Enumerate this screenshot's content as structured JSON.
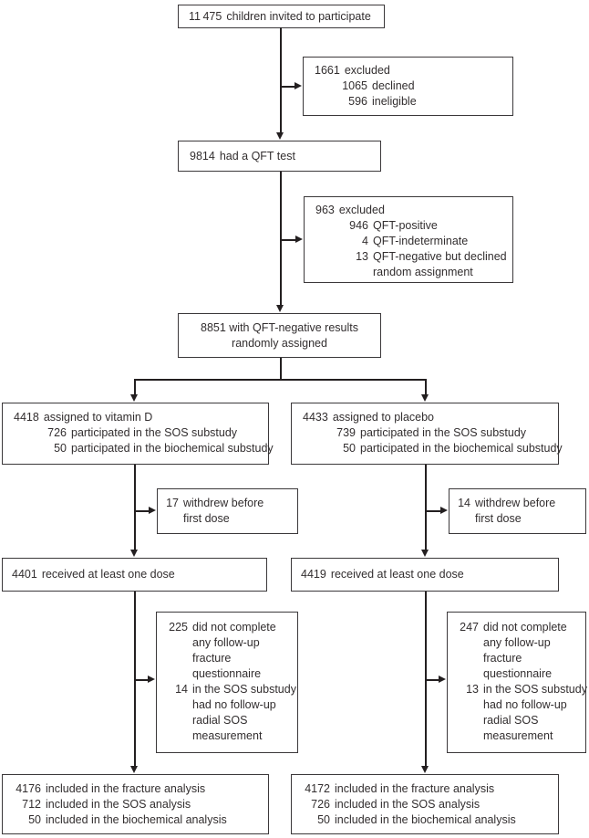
{
  "colors": {
    "box_border": "#3b383a",
    "text": "#322e2f",
    "connector": "#231f20",
    "background": "#ffffff"
  },
  "boxes": {
    "invited": {
      "lines": [
        {
          "num": "11 475",
          "text": "children invited to participate"
        }
      ]
    },
    "excluded1": {
      "lines": [
        {
          "num": "1661",
          "text": "excluded"
        },
        {
          "num": "1065",
          "text": "declined"
        },
        {
          "num": "596",
          "text": "ineligible"
        }
      ]
    },
    "qft": {
      "lines": [
        {
          "num": "9814",
          "text": "had a QFT test"
        }
      ]
    },
    "excluded2": {
      "lines": [
        {
          "num": "963",
          "text": "excluded"
        },
        {
          "num": "946",
          "text": "QFT-positive"
        },
        {
          "num": "4",
          "text": "QFT-indeterminate"
        },
        {
          "num": "13",
          "text": "QFT-negative but declined"
        },
        {
          "text": "random assignment"
        }
      ]
    },
    "randomised": {
      "lines": [
        {
          "text": "8851 with QFT-negative results"
        },
        {
          "text": "randomly assigned"
        }
      ]
    },
    "vitamin_d": {
      "lines": [
        {
          "num": "4418",
          "text": "assigned to vitamin D"
        },
        {
          "num": "726",
          "text": "participated in the SOS substudy"
        },
        {
          "num": "50",
          "text": "participated in the biochemical substudy"
        }
      ]
    },
    "placebo": {
      "lines": [
        {
          "num": "4433",
          "text": "assigned to placebo"
        },
        {
          "num": "739",
          "text": "participated in the SOS substudy"
        },
        {
          "num": "50",
          "text": "participated in the biochemical substudy"
        }
      ]
    },
    "withdrew_left": {
      "lines": [
        {
          "num": "17",
          "text": "withdrew before"
        },
        {
          "text": "first dose"
        }
      ]
    },
    "withdrew_right": {
      "lines": [
        {
          "num": "14",
          "text": "withdrew before"
        },
        {
          "text": "first dose"
        }
      ]
    },
    "dose_left": {
      "lines": [
        {
          "num": "4401",
          "text": "received at least one dose"
        }
      ]
    },
    "dose_right": {
      "lines": [
        {
          "num": "4419",
          "text": "received at least one dose"
        }
      ]
    },
    "noncomplete_left": {
      "lines": [
        {
          "num": "225",
          "text": "did not complete"
        },
        {
          "text": "any follow-up"
        },
        {
          "text": "fracture"
        },
        {
          "text": "questionnaire"
        },
        {
          "num": "14",
          "text": "in the SOS substudy"
        },
        {
          "text": "had no follow-up"
        },
        {
          "text": "radial SOS"
        },
        {
          "text": "measurement"
        }
      ]
    },
    "noncomplete_right": {
      "lines": [
        {
          "num": "247",
          "text": "did not complete"
        },
        {
          "text": "any follow-up"
        },
        {
          "text": "fracture"
        },
        {
          "text": "questionnaire"
        },
        {
          "num": "13",
          "text": "in the SOS substudy"
        },
        {
          "text": "had no follow-up"
        },
        {
          "text": "radial SOS"
        },
        {
          "text": "measurement"
        }
      ]
    },
    "analysis_left": {
      "lines": [
        {
          "num": "4176",
          "text": "included in the fracture analysis"
        },
        {
          "num": "712",
          "text": "included in the SOS analysis"
        },
        {
          "num": "50",
          "text": "included in the biochemical analysis"
        }
      ]
    },
    "analysis_right": {
      "lines": [
        {
          "num": "4172",
          "text": "included in the fracture analysis"
        },
        {
          "num": "726",
          "text": "included in the SOS analysis"
        },
        {
          "num": "50",
          "text": "included in the biochemical analysis"
        }
      ]
    }
  }
}
